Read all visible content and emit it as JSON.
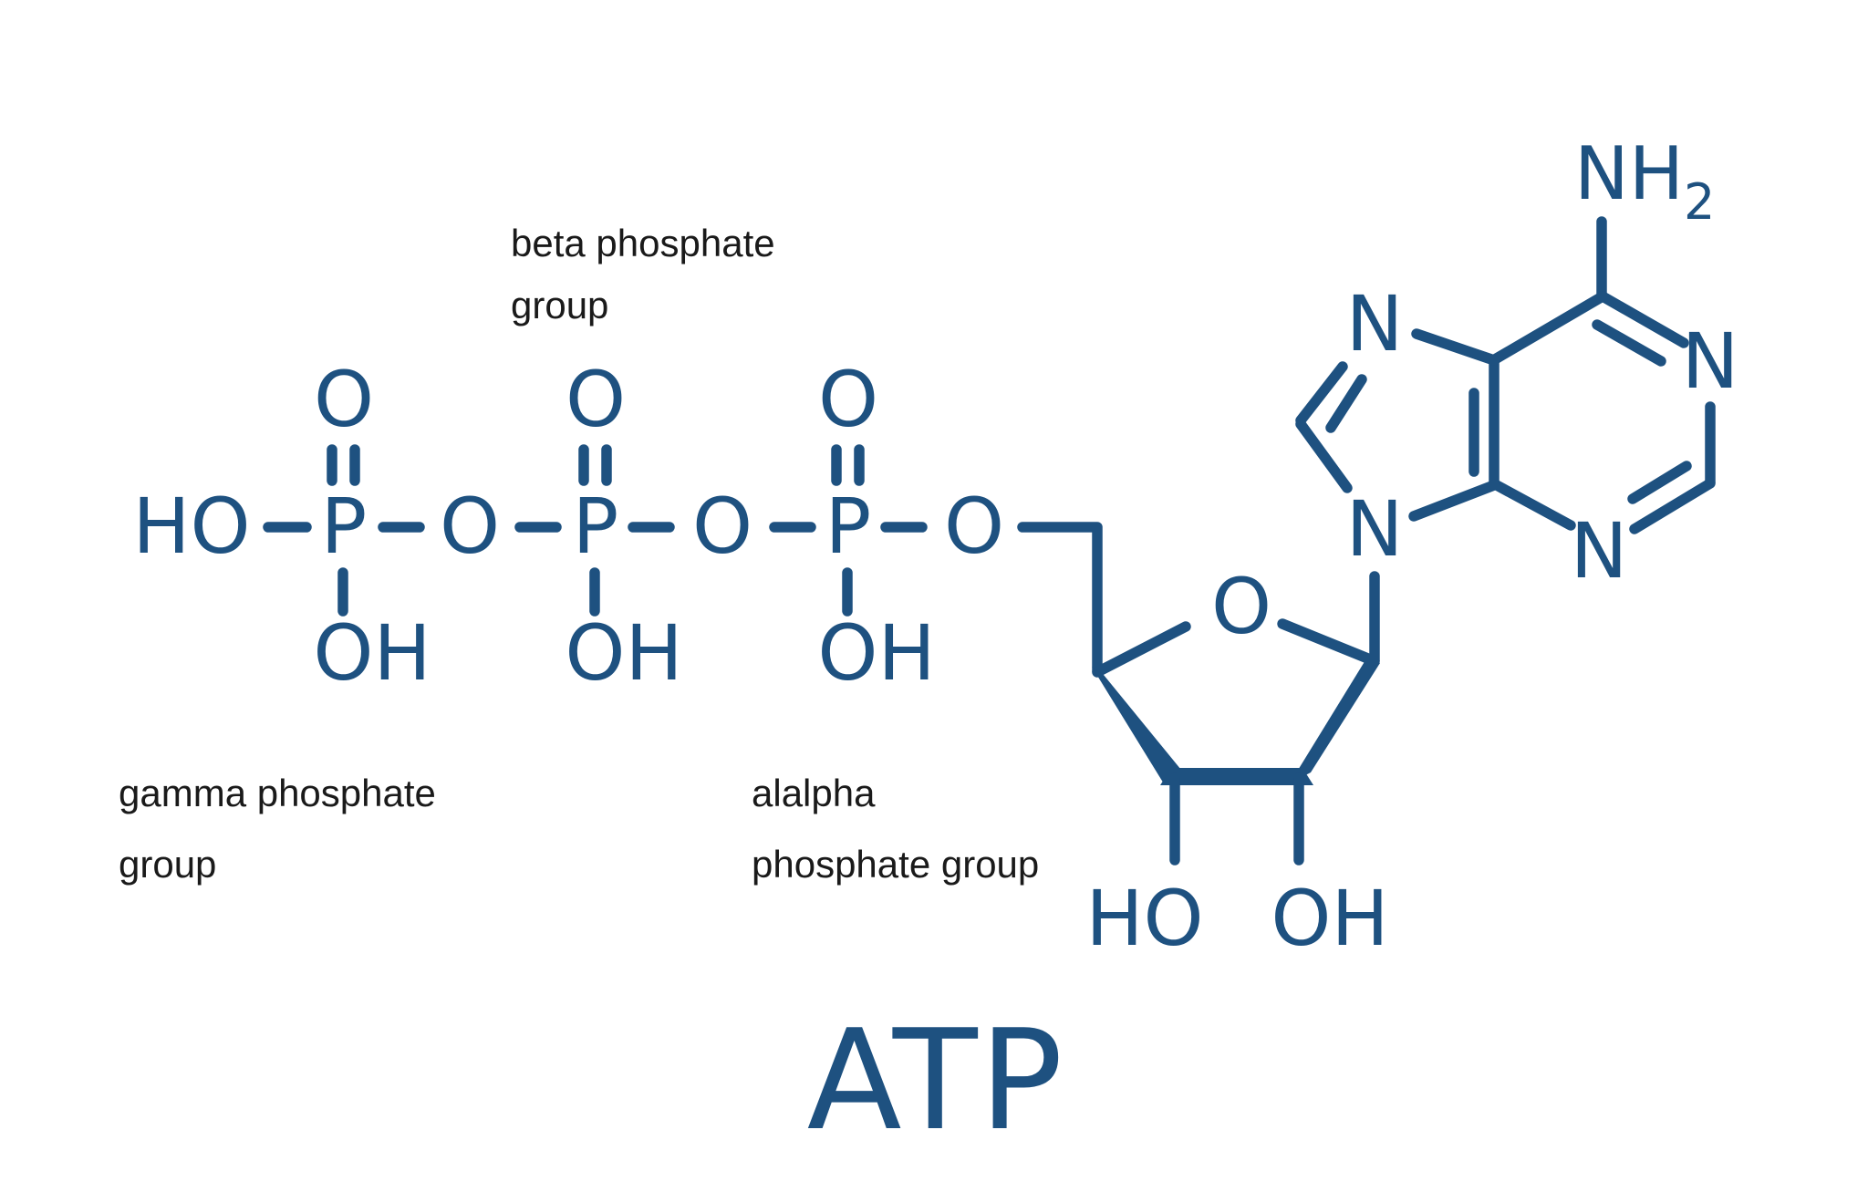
{
  "title": "ATP",
  "colors": {
    "structure": "#1e5180",
    "annotation": "#1a1a1a",
    "background": "#ffffff"
  },
  "annotations": {
    "beta": {
      "line1": "beta phosphate",
      "line2": "group"
    },
    "gamma": {
      "line1": "gamma phosphate",
      "line2": "group"
    },
    "alpha": {
      "line1": "alalpha",
      "line2": "phosphate group"
    }
  },
  "atoms": {
    "ho_terminal": "HO",
    "p_gamma": "P",
    "o_bridge_1": "O",
    "p_beta": "P",
    "o_bridge_2": "O",
    "p_alpha": "P",
    "o_ester": "O",
    "o_double_gamma": "O",
    "o_double_beta": "O",
    "o_double_alpha": "O",
    "oh_gamma": "OH",
    "oh_beta": "OH",
    "oh_alpha": "OH",
    "o_ribose_ring": "O",
    "ho_3prime": "HO",
    "oh_2prime": "OH",
    "n1": "N",
    "n3": "N",
    "n7": "N",
    "n9": "N",
    "nh_amino": "NH",
    "nh_amino_subscript": "2"
  }
}
